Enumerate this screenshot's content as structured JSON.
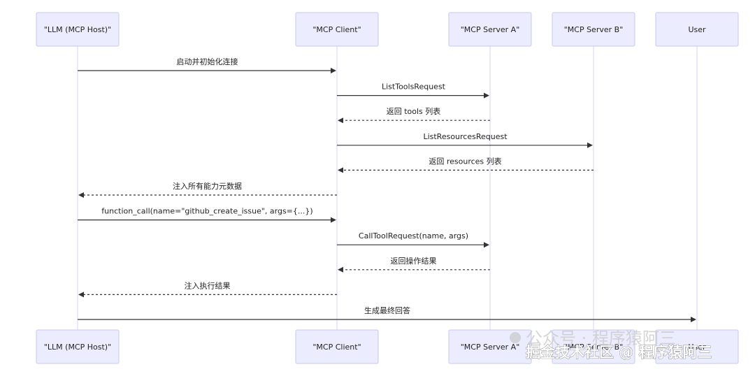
{
  "actors": [
    {
      "id": "llm",
      "label": "\"LLM (MCP Host)\""
    },
    {
      "id": "client",
      "label": "\"MCP Client\""
    },
    {
      "id": "serverA",
      "label": "\"MCP Server A\""
    },
    {
      "id": "serverB",
      "label": "\"MCP Server B\""
    },
    {
      "id": "user",
      "label": "User"
    }
  ],
  "messages": [
    {
      "from": "llm",
      "to": "client",
      "label": "启动并初始化连接",
      "style": "solid"
    },
    {
      "from": "client",
      "to": "serverA",
      "label": "ListToolsRequest",
      "style": "solid"
    },
    {
      "from": "serverA",
      "to": "client",
      "label": "返回 tools 列表",
      "style": "dashed"
    },
    {
      "from": "client",
      "to": "serverB",
      "label": "ListResourcesRequest",
      "style": "solid"
    },
    {
      "from": "serverB",
      "to": "client",
      "label": "返回 resources 列表",
      "style": "dashed"
    },
    {
      "from": "client",
      "to": "llm",
      "label": "注入所有能力元数据",
      "style": "dashed"
    },
    {
      "from": "llm",
      "to": "client",
      "label": "function_call(name=\"github_create_issue\", args={...})",
      "style": "solid"
    },
    {
      "from": "client",
      "to": "serverA",
      "label": "CallToolRequest(name, args)",
      "style": "solid"
    },
    {
      "from": "serverA",
      "to": "client",
      "label": "返回操作结果",
      "style": "dashed"
    },
    {
      "from": "client",
      "to": "llm",
      "label": "注入执行结果",
      "style": "dashed"
    },
    {
      "from": "llm",
      "to": "user",
      "label": "生成最终回答",
      "style": "solid"
    }
  ],
  "watermark": {
    "back_text": "公众号 · 程序猿阿三",
    "front_text": "掘金技术社区 @ 程序猿阿三"
  },
  "colors": {
    "actor_fill": "#ECECFF",
    "actor_stroke": "#C9C9F0",
    "lifeline": "#D4D4F2",
    "arrow": "#333333"
  }
}
